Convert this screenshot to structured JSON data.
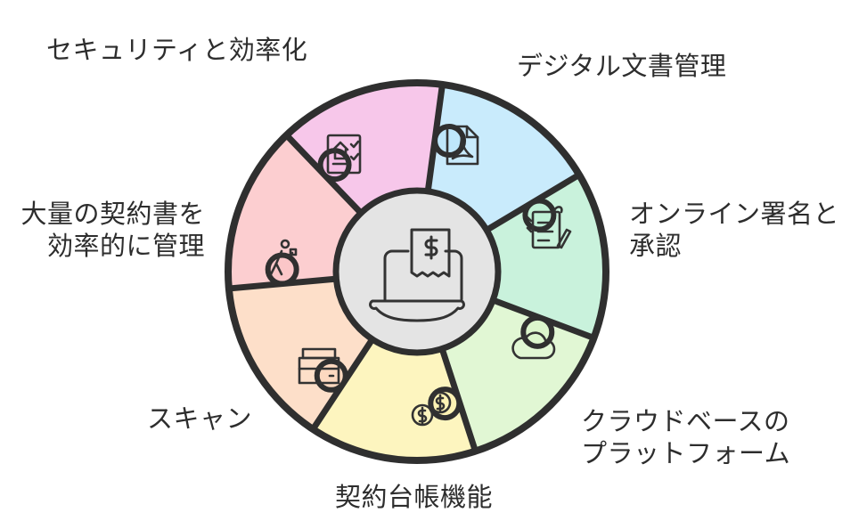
{
  "center": {
    "icon": "laptop-invoice-icon"
  },
  "segments": [
    {
      "id": "security",
      "label_lines": [
        "セキュリティと効率化"
      ],
      "color": "#f6bde6",
      "icon": "document-checklist-icon"
    },
    {
      "id": "digital-docs",
      "label_lines": [
        "デジタル文書管理"
      ],
      "color": "#bfe7fb",
      "icon": "pdf-file-icon"
    },
    {
      "id": "online-sign",
      "label_lines": [
        "オンライン署名と",
        "承認"
      ],
      "color": "#bff0d6",
      "icon": "signing-checklist-icon"
    },
    {
      "id": "cloud",
      "label_lines": [
        "クラウドベースの",
        "プラットフォーム"
      ],
      "color": "#dcf6cc",
      "icon": "cloud-icon"
    },
    {
      "id": "ledger",
      "label_lines": [
        "契約台帳機能"
      ],
      "color": "#fdf3b4",
      "icon": "coins-icon"
    },
    {
      "id": "scan",
      "label_lines": [
        "スキャン"
      ],
      "color": "#fdd9c0",
      "icon": "scanner-icon"
    },
    {
      "id": "bulk",
      "label_lines": [
        "大量の契約書を",
        "効率的に管理"
      ],
      "color": "#fbc6c8",
      "icon": "person-lifting-icon"
    }
  ]
}
